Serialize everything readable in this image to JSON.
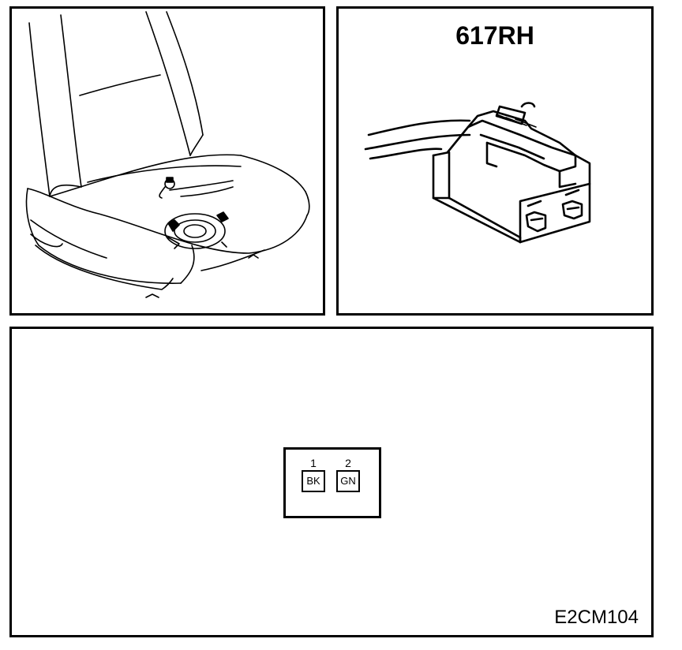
{
  "connector_label": "617RH",
  "diagram_code": "E2CM104",
  "pins": [
    {
      "number": "1",
      "wire": "BK"
    },
    {
      "number": "2",
      "wire": "GN"
    }
  ]
}
